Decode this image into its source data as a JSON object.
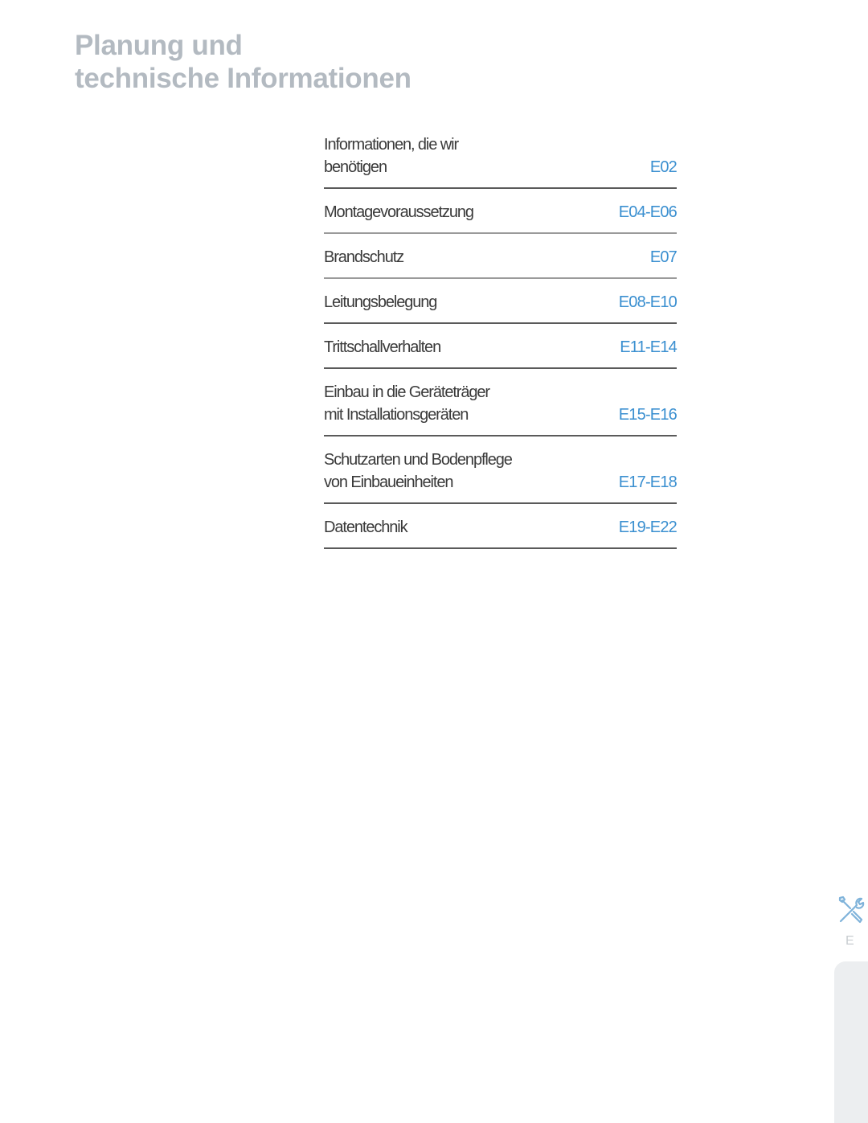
{
  "page": {
    "title_line1": "Planung und",
    "title_line2": "technische Informationen"
  },
  "toc": {
    "entries": [
      {
        "label_line1": "Informationen, die wir",
        "label_line2": "benötigen",
        "pages": "E02"
      },
      {
        "label_line1": "Montagevoraussetzung",
        "label_line2": "",
        "pages": "E04-E06"
      },
      {
        "label_line1": "Brandschutz",
        "label_line2": "",
        "pages": "E07"
      },
      {
        "label_line1": "Leitungsbelegung",
        "label_line2": "",
        "pages": "E08-E10"
      },
      {
        "label_line1": "Trittschallverhalten",
        "label_line2": "",
        "pages": "E11-E14"
      },
      {
        "label_line1": "Einbau in die Geräteträger",
        "label_line2": "mit Installationsgeräten",
        "pages": "E15-E16"
      },
      {
        "label_line1": "Schutzarten und Bodenpflege",
        "label_line2": "von Einbaueinheiten",
        "pages": "E17-E18"
      },
      {
        "label_line1": "Datentechnik",
        "label_line2": "",
        "pages": "E19-E22"
      }
    ]
  },
  "side_tab": {
    "icon": "wrench-screwdriver-icon",
    "letter": "E"
  },
  "colors": {
    "title": "#b3bac1",
    "page_ref": "#3a8fd0",
    "rule": "#5a5a5a",
    "side_tab": "#eceef0"
  }
}
